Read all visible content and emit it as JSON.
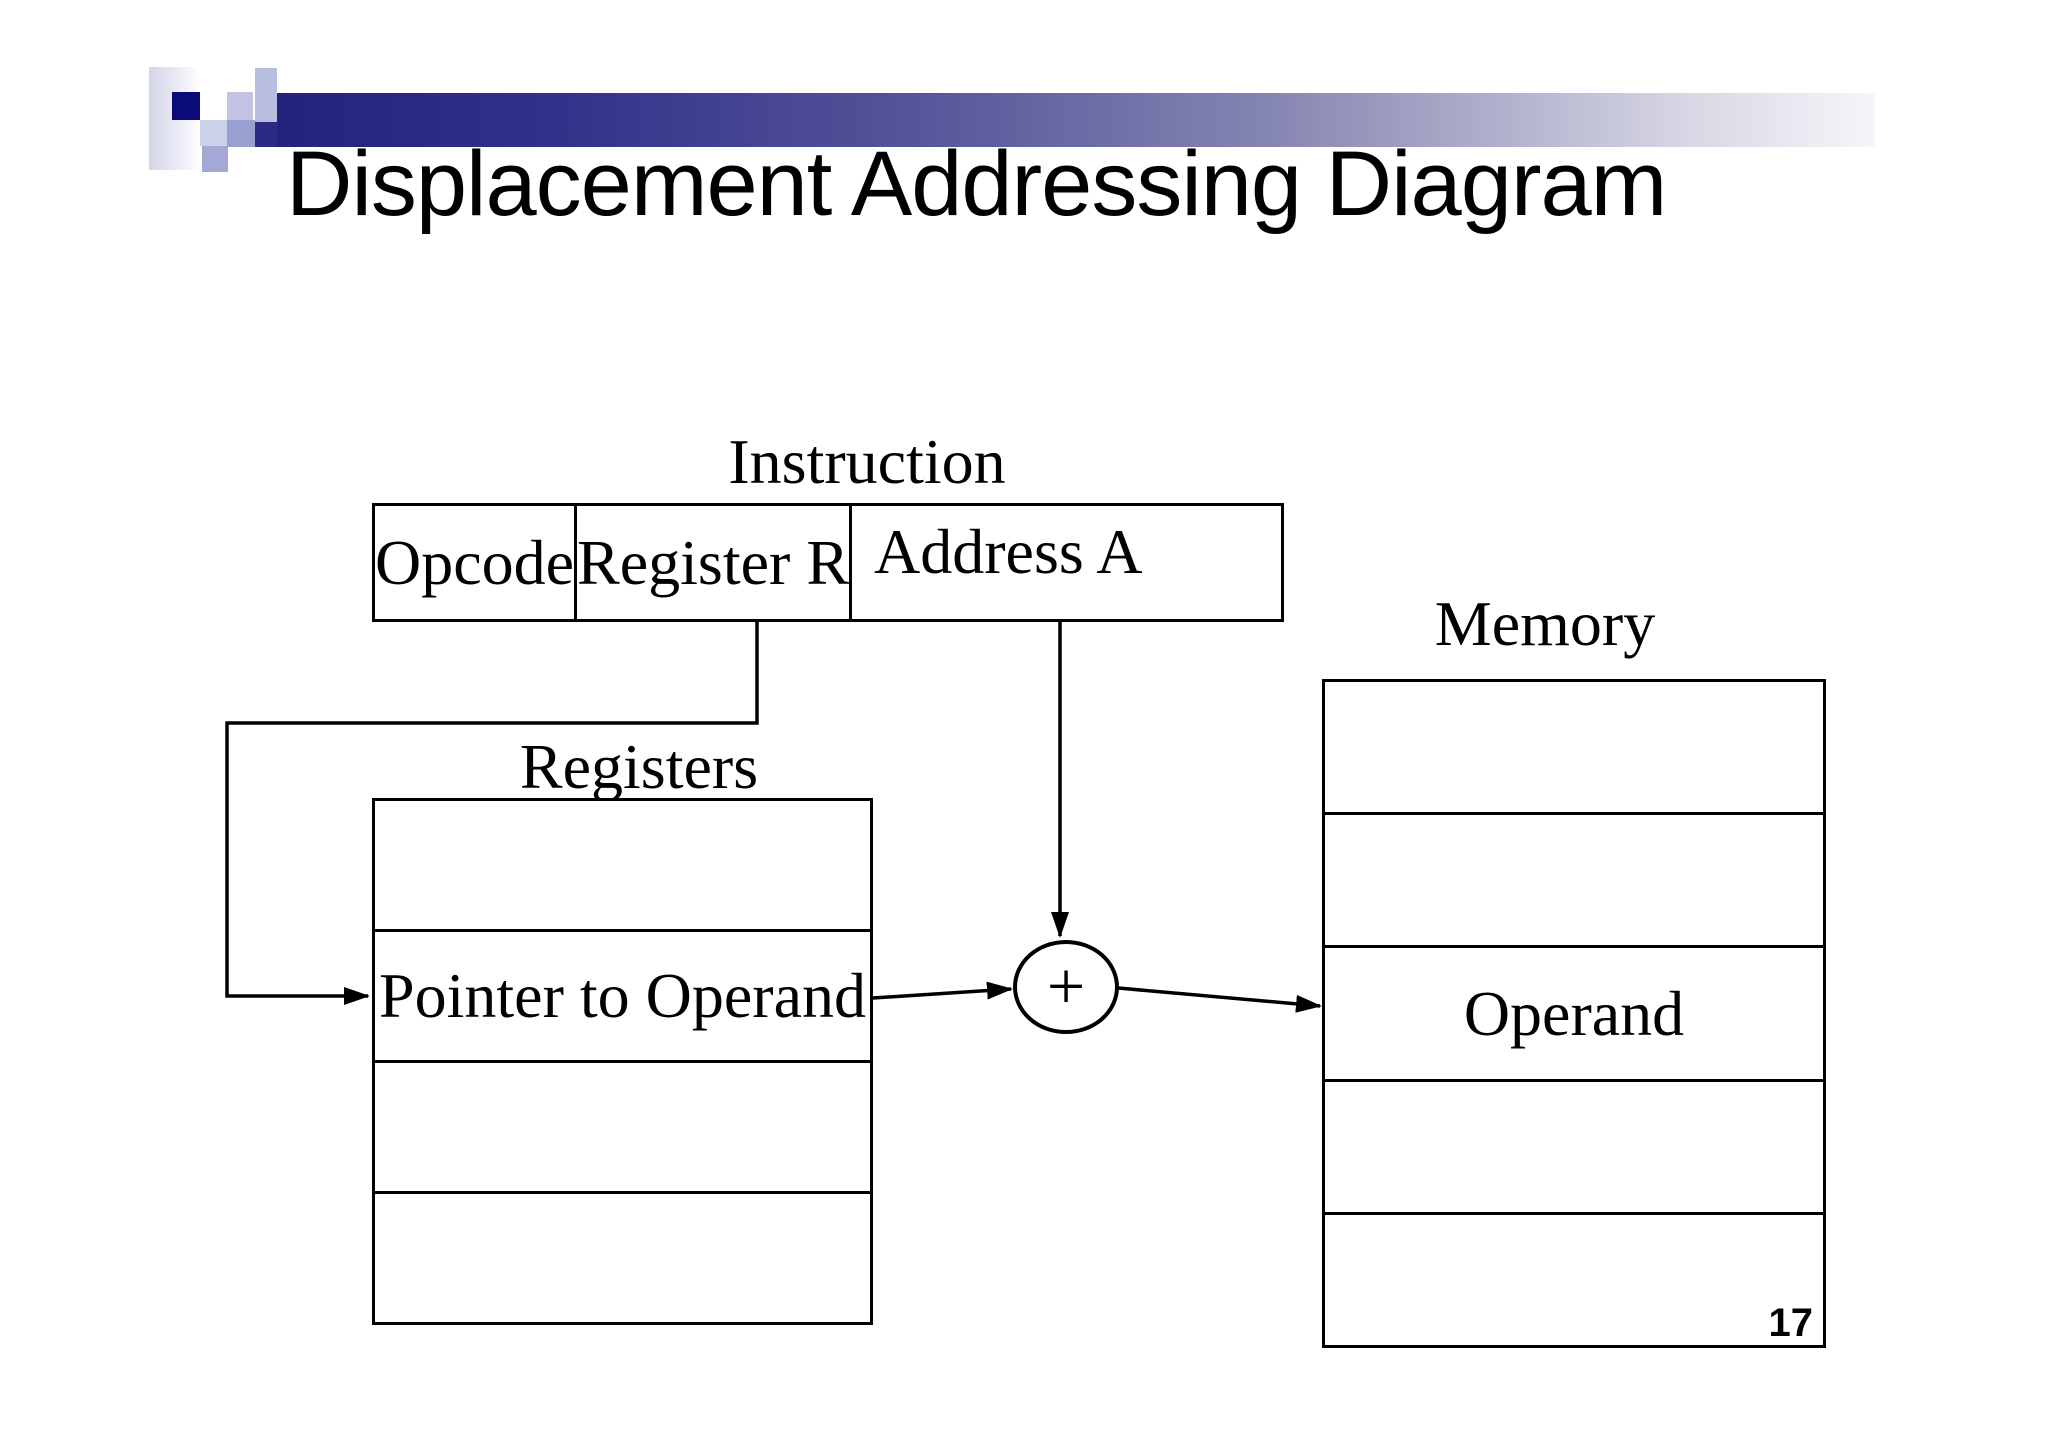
{
  "slide": {
    "title": "Displacement Addressing Diagram",
    "page_number": "17",
    "instruction": {
      "label": "Instruction",
      "fields": [
        "Opcode",
        "Register R",
        "Address A"
      ]
    },
    "registers": {
      "label": "Registers",
      "rows": [
        "",
        "Pointer to Operand",
        "",
        ""
      ]
    },
    "memory": {
      "label": "Memory",
      "rows": [
        "",
        "",
        "Operand",
        "",
        ""
      ]
    },
    "adder": {
      "symbol": "+"
    },
    "colors": {
      "accent_navy": "#23237d",
      "accent_navy_square": "#0a0a78",
      "accent_lavender": "#9aa0cd",
      "accent_light_lavender": "#c0c4e2",
      "line": "#000000",
      "background": "#ffffff"
    }
  }
}
